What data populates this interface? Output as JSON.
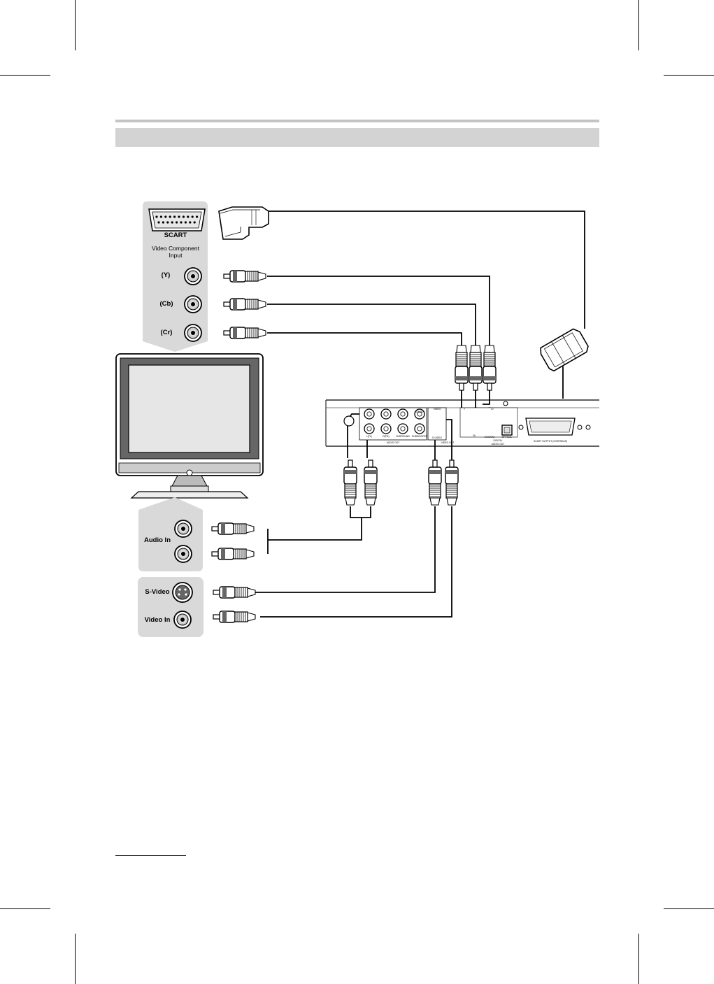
{
  "colors": {
    "panel": "#d9d9d9",
    "rule": "#c4c4c4",
    "ink": "#000000"
  },
  "tv_panel": {
    "scart": "SCART",
    "component_title": "Video Component",
    "component_title2": "Input",
    "y": "(Y)",
    "cb": "(Cb)",
    "cr": "(Cr)",
    "audio_in": "Audio In",
    "svideo": "S-Video",
    "video_in": "Video In"
  },
  "dvd_panel": {
    "audio_out": "AUDIO OUT",
    "video_out": "VIDEO OUT",
    "left": "L(FL)",
    "right": "R(FR)",
    "center": "CENTER",
    "surround": "SURROUND",
    "subwoofer": "SUBWOOFER",
    "video": "VIDEO",
    "svideo": "S-VIDEO",
    "y": "Y",
    "cb": "Cb",
    "cr": "Cr",
    "coaxial": "COAXIAL",
    "optical": "OPTICAL",
    "digital": "DIGITAL",
    "digital2": "AUDIO OUT",
    "scart_output": "SCART OUTPUT (OVERSEAS)"
  },
  "icons": [
    "scart-connector-icon",
    "rca-plug-icon",
    "scart-plug-icon",
    "svideo-plug-icon",
    "tv-icon",
    "dvd-back-panel-icon"
  ]
}
